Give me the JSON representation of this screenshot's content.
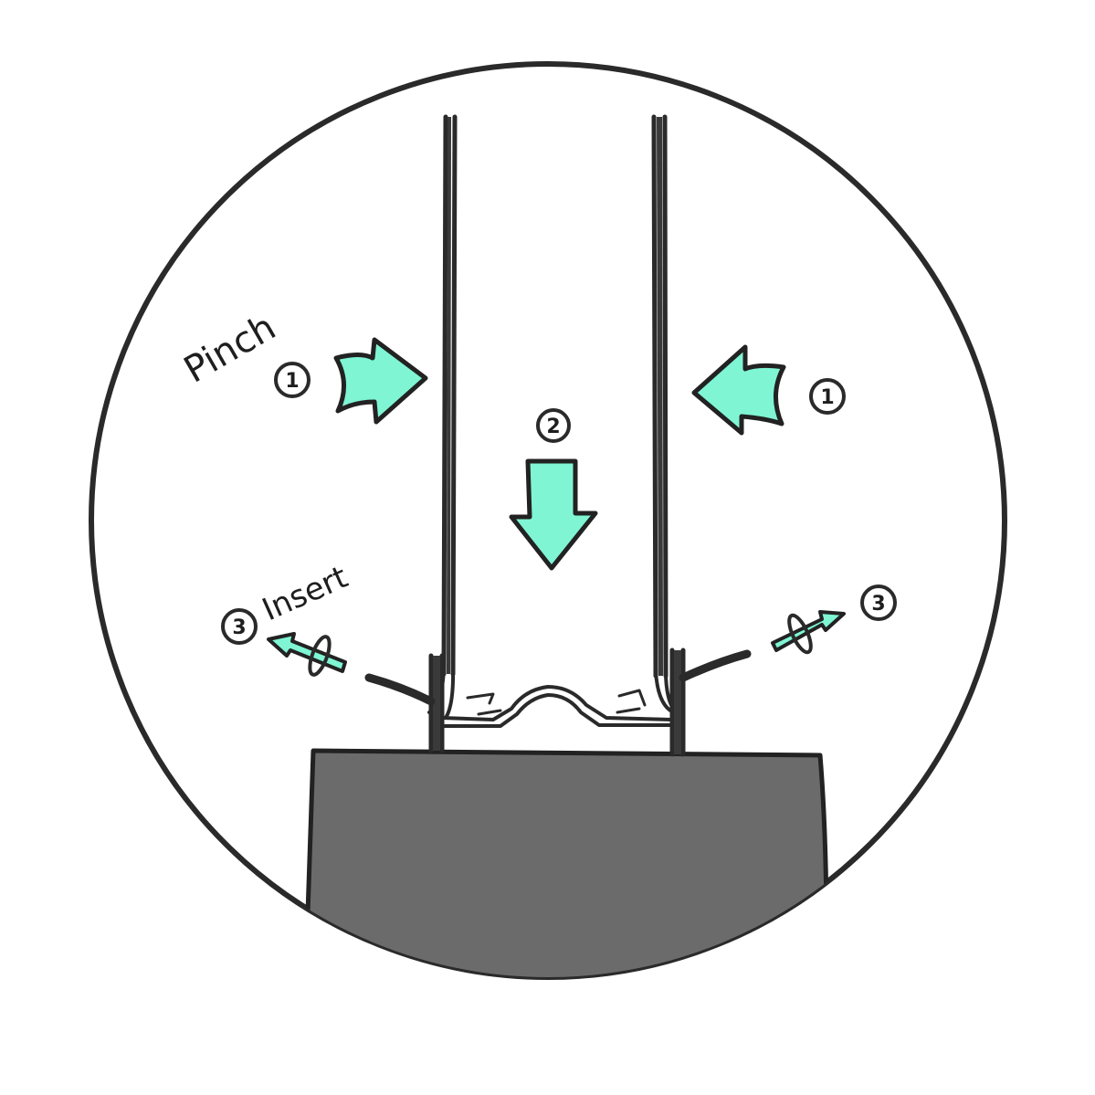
{
  "colors": {
    "ink": "#2a2a2a",
    "arrow_fill": "#7ff5d4",
    "base_fill": "#6b6b6b",
    "background": "#ffffff"
  },
  "labels": {
    "pinch": "Pinch",
    "insert": "Insert"
  },
  "steps": {
    "pinch_left": "1",
    "pinch_right": "1",
    "push_down": "2",
    "insert_left": "3",
    "insert_right": "3"
  },
  "icons": {
    "pinch_left": "arrow-right-icon",
    "pinch_right": "arrow-left-icon",
    "push_down": "arrow-down-icon",
    "insert_left": "rotate-arrow-icon",
    "insert_right": "rotate-arrow-icon"
  }
}
